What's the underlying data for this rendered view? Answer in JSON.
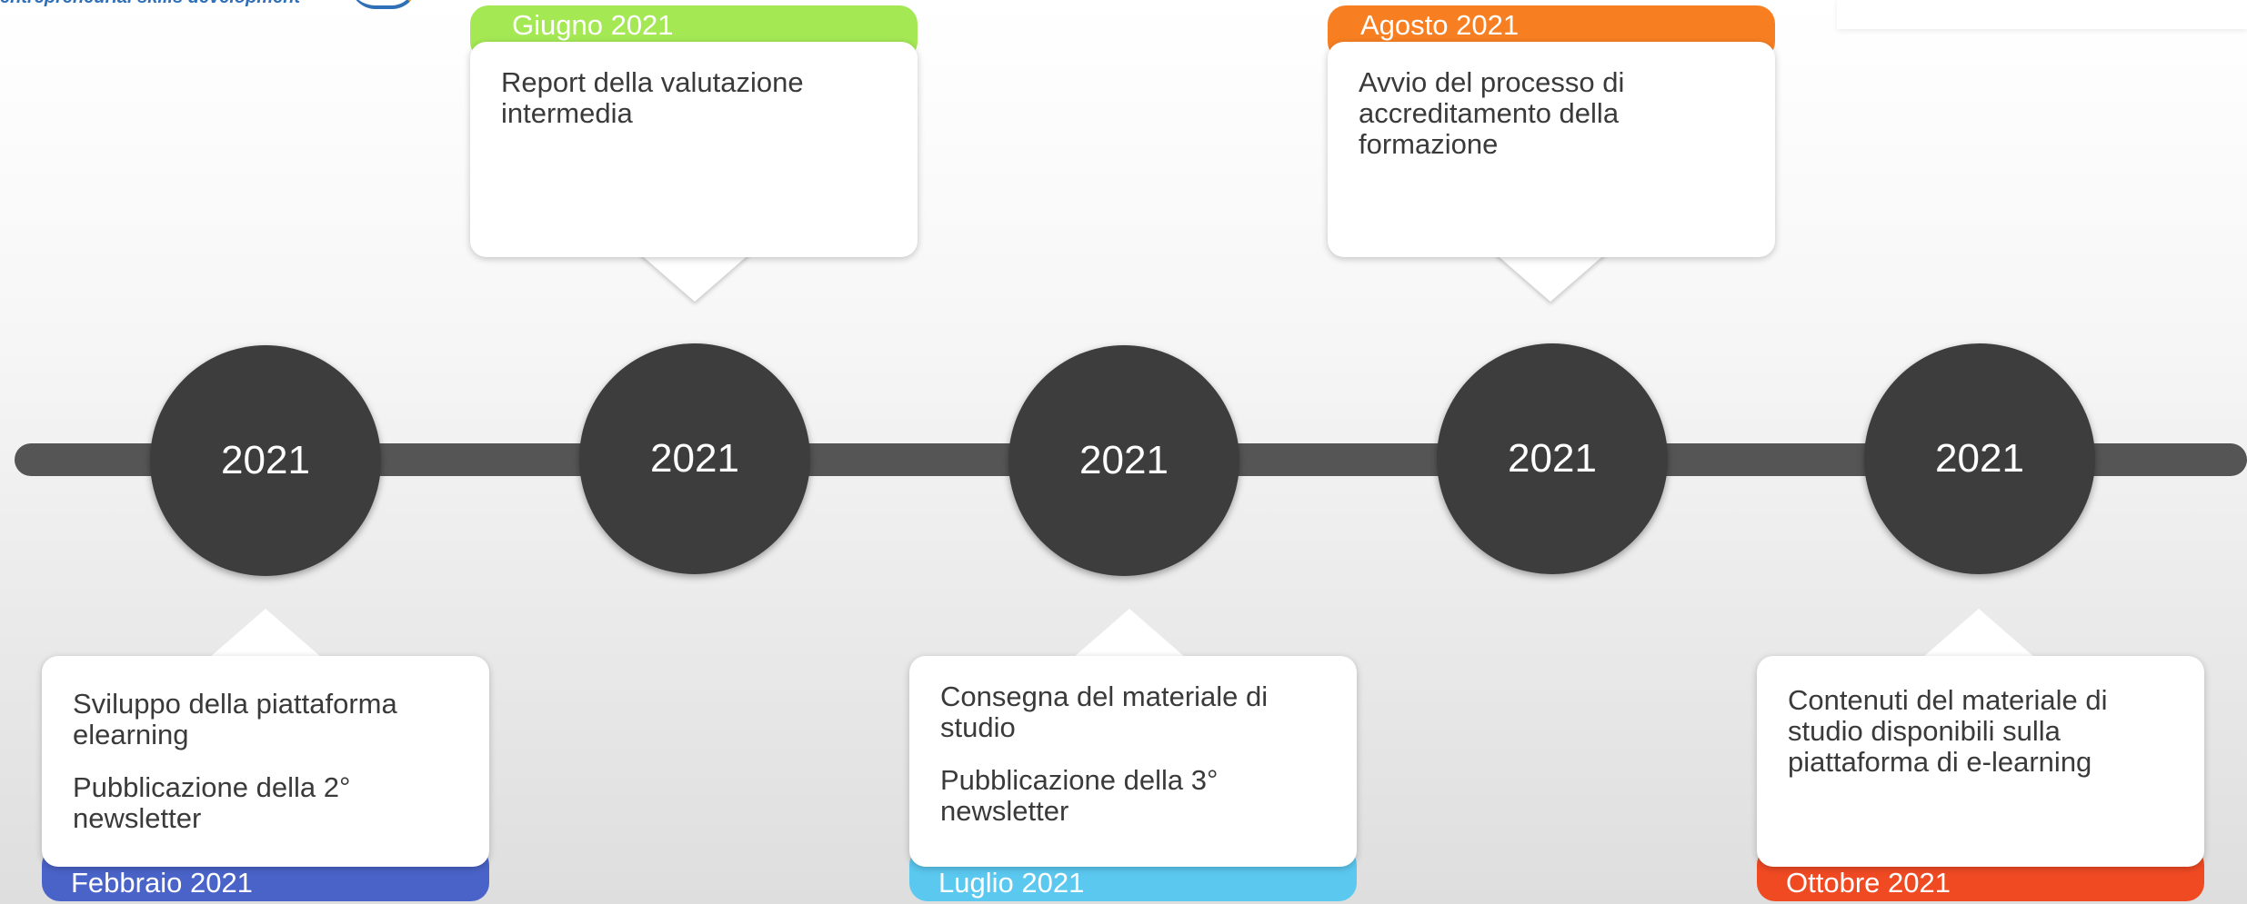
{
  "logo": {
    "text": "entrepreneurial skills development"
  },
  "timeline": {
    "nodes": [
      {
        "year": "2021"
      },
      {
        "year": "2021"
      },
      {
        "year": "2021"
      },
      {
        "year": "2021"
      },
      {
        "year": "2021"
      }
    ],
    "events": [
      {
        "date": "Febbraio 2021",
        "color": "#4a63c8",
        "items": [
          "Sviluppo della piattaforma elearning",
          "Pubblicazione della 2° newsletter"
        ]
      },
      {
        "date": "Giugno 2021",
        "color": "#a4e854",
        "items": [
          "Report della valutazione intermedia"
        ]
      },
      {
        "date": "Luglio 2021",
        "color": "#5bc8ef",
        "items": [
          "Consegna del materiale di studio",
          "Pubblicazione della 3° newsletter"
        ]
      },
      {
        "date": "Agosto 2021",
        "color": "#f77f22",
        "items": [
          "Avvio del processo di accreditamento della formazione"
        ]
      },
      {
        "date": "Ottobre 2021",
        "color": "#f04a23",
        "items": [
          "Contenuti del materiale di studio disponibili sulla piattaforma di e-learning"
        ]
      }
    ]
  }
}
